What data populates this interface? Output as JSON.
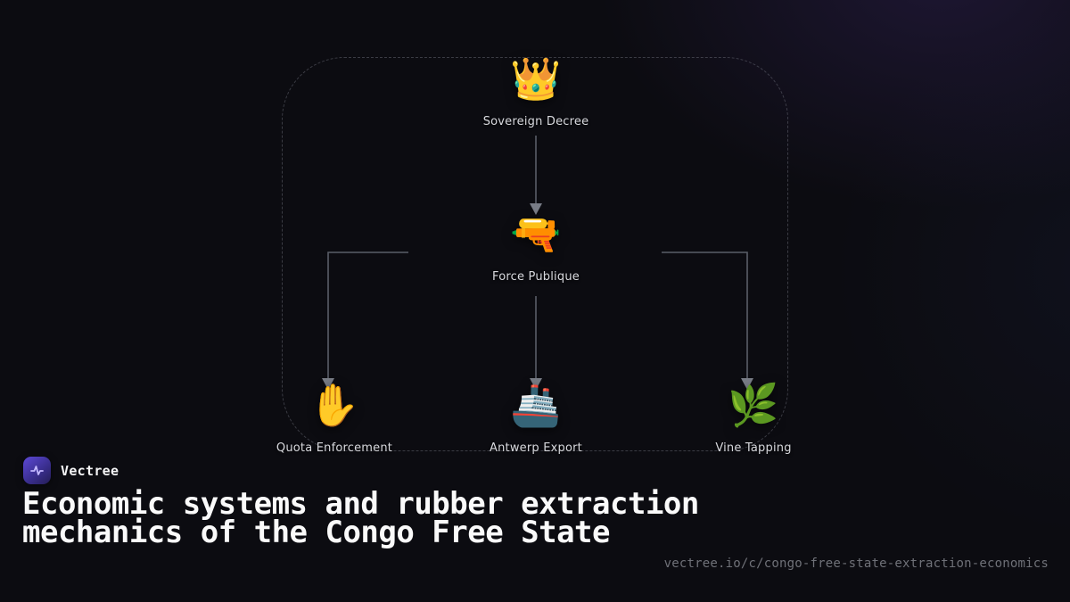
{
  "brand": {
    "name": "Vectree"
  },
  "headline": "Economic systems and rubber extraction mechanics of the Congo Free State",
  "url": "vectree.io/c/congo-free-state-extraction-economics",
  "colors": {
    "background": "#0c0c11",
    "accent": "#5d49d6",
    "connector": "#5a5e68",
    "label": "#d8d9de"
  },
  "diagram": {
    "nodes": [
      {
        "id": "sovereign-decree",
        "emoji": "👑",
        "icon": "crown-icon",
        "label": "Sovereign Decree"
      },
      {
        "id": "force-publique",
        "emoji": "🔫",
        "icon": "water-pistol-icon",
        "label": "Force Publique"
      },
      {
        "id": "quota-enforcement",
        "emoji": "✋",
        "icon": "raised-hand-icon",
        "label": "Quota Enforcement"
      },
      {
        "id": "antwerp-export",
        "emoji": "🚢",
        "icon": "ship-icon",
        "label": "Antwerp Export"
      },
      {
        "id": "vine-tapping",
        "emoji": "🌿",
        "icon": "herb-icon",
        "label": "Vine Tapping"
      }
    ],
    "edges": [
      {
        "from": "Sovereign Decree",
        "to": "Force Publique"
      },
      {
        "from": "Force Publique",
        "to": "Quota Enforcement"
      },
      {
        "from": "Force Publique",
        "to": "Antwerp Export"
      },
      {
        "from": "Force Publique",
        "to": "Vine Tapping"
      }
    ]
  }
}
